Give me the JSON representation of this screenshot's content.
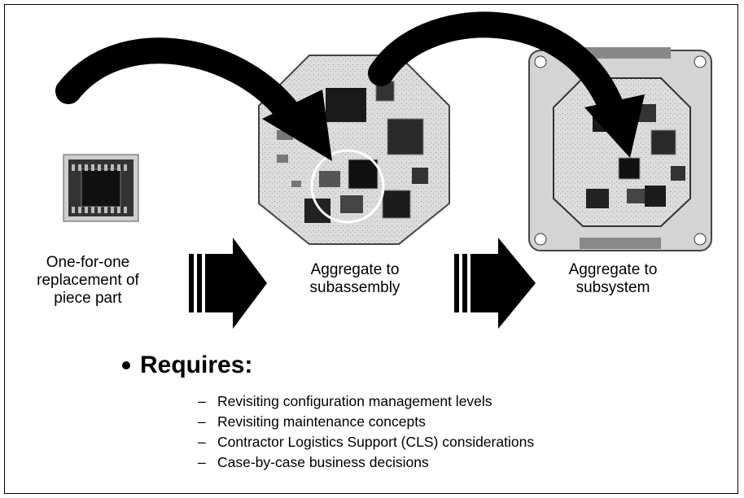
{
  "captions": {
    "piece_part": [
      "One-for-one",
      "replacement of",
      "piece part"
    ],
    "subassembly": [
      "Aggregate to",
      "subassembly"
    ],
    "subsystem": [
      "Aggregate to",
      "subsystem"
    ]
  },
  "requires": {
    "heading": "Requires:",
    "items": [
      "Revisiting configuration management levels",
      "Revisiting maintenance concepts",
      "Contractor Logistics Support (CLS) considerations",
      "Case-by-case business decisions"
    ]
  },
  "colors": {
    "arrow": "#000000",
    "board": "#d9d9d9",
    "chip": "#222222"
  }
}
